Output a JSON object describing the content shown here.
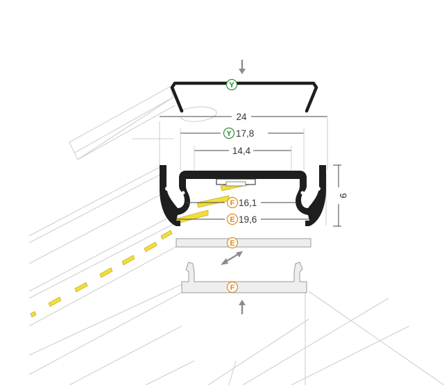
{
  "colors": {
    "profile": "#1e1e1e",
    "guide_lines": "#cfcfcf",
    "dim_lines": "#444444",
    "led_strip": "#f2dd3a",
    "badge_y": "#2e8b3a",
    "badge_fe": "#e08a1e",
    "diffuser_fill": "#eeeeee",
    "arrow": "#8c8c8c"
  },
  "labels": {
    "cover_clip_badge": "Y",
    "width_overall": "24",
    "width_y": "17,8",
    "width_y_badge": "Y",
    "width_inner": "14,4",
    "height": "9",
    "width_f": "16,1",
    "width_f_badge": "F",
    "width_e": "19,6",
    "width_e_badge": "E",
    "diffuser_e_badge": "E",
    "diffuser_f_badge": "F"
  },
  "icons": {
    "top_arrow": "arrow-down-icon",
    "bottom_arrow": "arrow-up-icon",
    "swap_arrow": "double-arrow-icon"
  }
}
